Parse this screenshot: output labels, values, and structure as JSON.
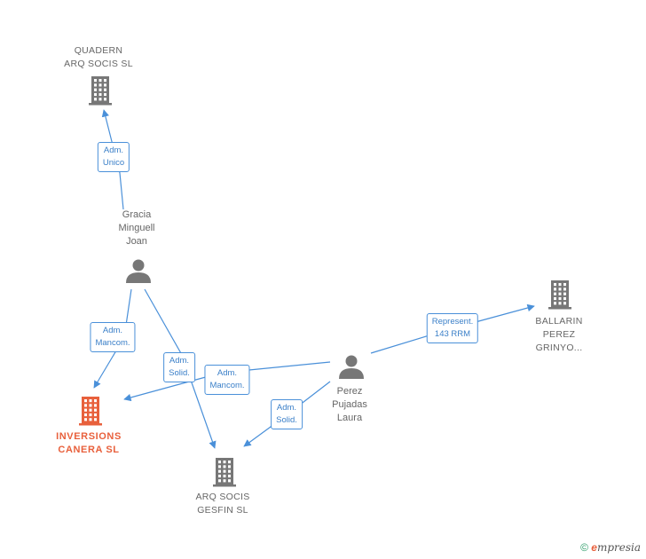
{
  "nodes": {
    "quadern": {
      "lines": [
        "QUADERN",
        "ARQ SOCIS  SL"
      ],
      "type": "company"
    },
    "gracia": {
      "lines": [
        "Gracia",
        "Minguell",
        "Joan"
      ],
      "type": "person"
    },
    "inversions": {
      "lines": [
        "INVERSIONS",
        "CANERA  SL"
      ],
      "type": "company-focus"
    },
    "arqsocis": {
      "lines": [
        "ARQ SOCIS",
        "GESFIN  SL"
      ],
      "type": "company"
    },
    "perez": {
      "lines": [
        "Perez",
        "Pujadas",
        "Laura"
      ],
      "type": "person"
    },
    "ballarin": {
      "lines": [
        "BALLARIN",
        "PEREZ",
        "GRINYO..."
      ],
      "type": "company"
    }
  },
  "edges": [
    {
      "from": "gracia",
      "to": "quadern",
      "label": [
        "Adm.",
        "Unico"
      ]
    },
    {
      "from": "gracia",
      "to": "inversions",
      "label": [
        "Adm.",
        "Mancom."
      ]
    },
    {
      "from": "gracia",
      "to": "arqsocis",
      "label": [
        "Adm.",
        "Solid."
      ]
    },
    {
      "from": "perez",
      "to": "inversions",
      "label": [
        "Adm.",
        "Mancom."
      ]
    },
    {
      "from": "perez",
      "to": "arqsocis",
      "label": [
        "Adm.",
        "Solid."
      ]
    },
    {
      "from": "perez",
      "to": "ballarin",
      "label": [
        "Represent.",
        "143 RRM"
      ]
    }
  ],
  "colors": {
    "edge": "#4a90d9",
    "icon": "#777777",
    "focus": "#e8603c"
  },
  "footer": {
    "copyright": "©",
    "brand_first": "e",
    "brand_rest": "mpresia"
  }
}
